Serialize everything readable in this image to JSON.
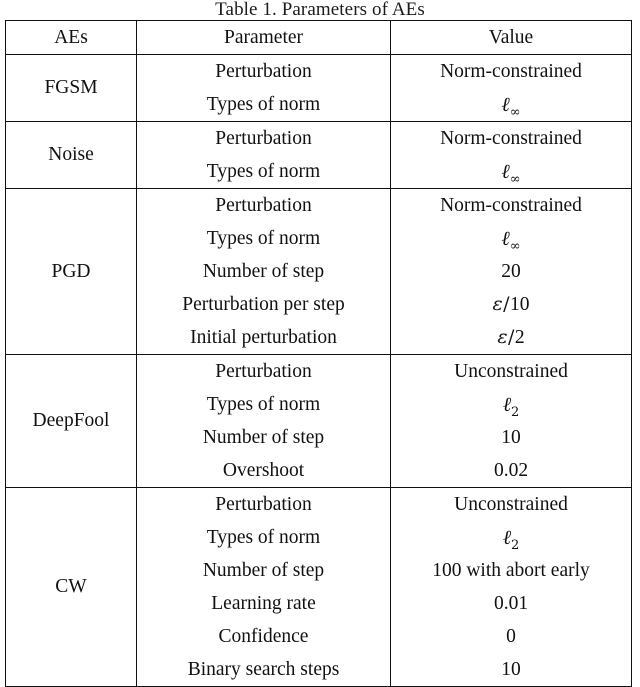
{
  "caption": "Table 1. Parameters of AEs",
  "table": {
    "columns": [
      "AEs",
      "Parameter",
      "Value"
    ],
    "groups": [
      {
        "ae": "FGSM",
        "rows": [
          {
            "parameter": "Perturbation",
            "value": "Norm-constrained",
            "value_type": "text"
          },
          {
            "parameter": "Types of norm",
            "value": "ℓ∞",
            "value_type": "ell_infty"
          }
        ]
      },
      {
        "ae": "Noise",
        "rows": [
          {
            "parameter": "Perturbation",
            "value": "Norm-constrained",
            "value_type": "text"
          },
          {
            "parameter": "Types of norm",
            "value": "ℓ∞",
            "value_type": "ell_infty"
          }
        ]
      },
      {
        "ae": "PGD",
        "rows": [
          {
            "parameter": "Perturbation",
            "value": "Norm-constrained",
            "value_type": "text"
          },
          {
            "parameter": "Types of norm",
            "value": "ℓ∞",
            "value_type": "ell_infty"
          },
          {
            "parameter": "Number of step",
            "value": "20",
            "value_type": "text"
          },
          {
            "parameter": "Perturbation per step",
            "value": "ε/10",
            "value_type": "epsilon_div",
            "denominator": "10"
          },
          {
            "parameter": "Initial perturbation",
            "value": "ε/2",
            "value_type": "epsilon_div",
            "denominator": "2"
          }
        ]
      },
      {
        "ae": "DeepFool",
        "rows": [
          {
            "parameter": "Perturbation",
            "value": "Unconstrained",
            "value_type": "text"
          },
          {
            "parameter": "Types of norm",
            "value": "ℓ2",
            "value_type": "ell_2"
          },
          {
            "parameter": "Number of step",
            "value": "10",
            "value_type": "text"
          },
          {
            "parameter": "Overshoot",
            "value": "0.02",
            "value_type": "text"
          }
        ]
      },
      {
        "ae": "CW",
        "rows": [
          {
            "parameter": "Perturbation",
            "value": "Unconstrained",
            "value_type": "text"
          },
          {
            "parameter": "Types of norm",
            "value": "ℓ2",
            "value_type": "ell_2"
          },
          {
            "parameter": "Number of step",
            "value": "100 with abort early",
            "value_type": "text"
          },
          {
            "parameter": "Learning rate",
            "value": "0.01",
            "value_type": "text"
          },
          {
            "parameter": "Confidence",
            "value": "0",
            "value_type": "text"
          },
          {
            "parameter": "Binary search steps",
            "value": "10",
            "value_type": "text"
          }
        ]
      }
    ]
  },
  "colors": {
    "background": "#ffffff",
    "text": "#111111",
    "rule": "#111111"
  }
}
